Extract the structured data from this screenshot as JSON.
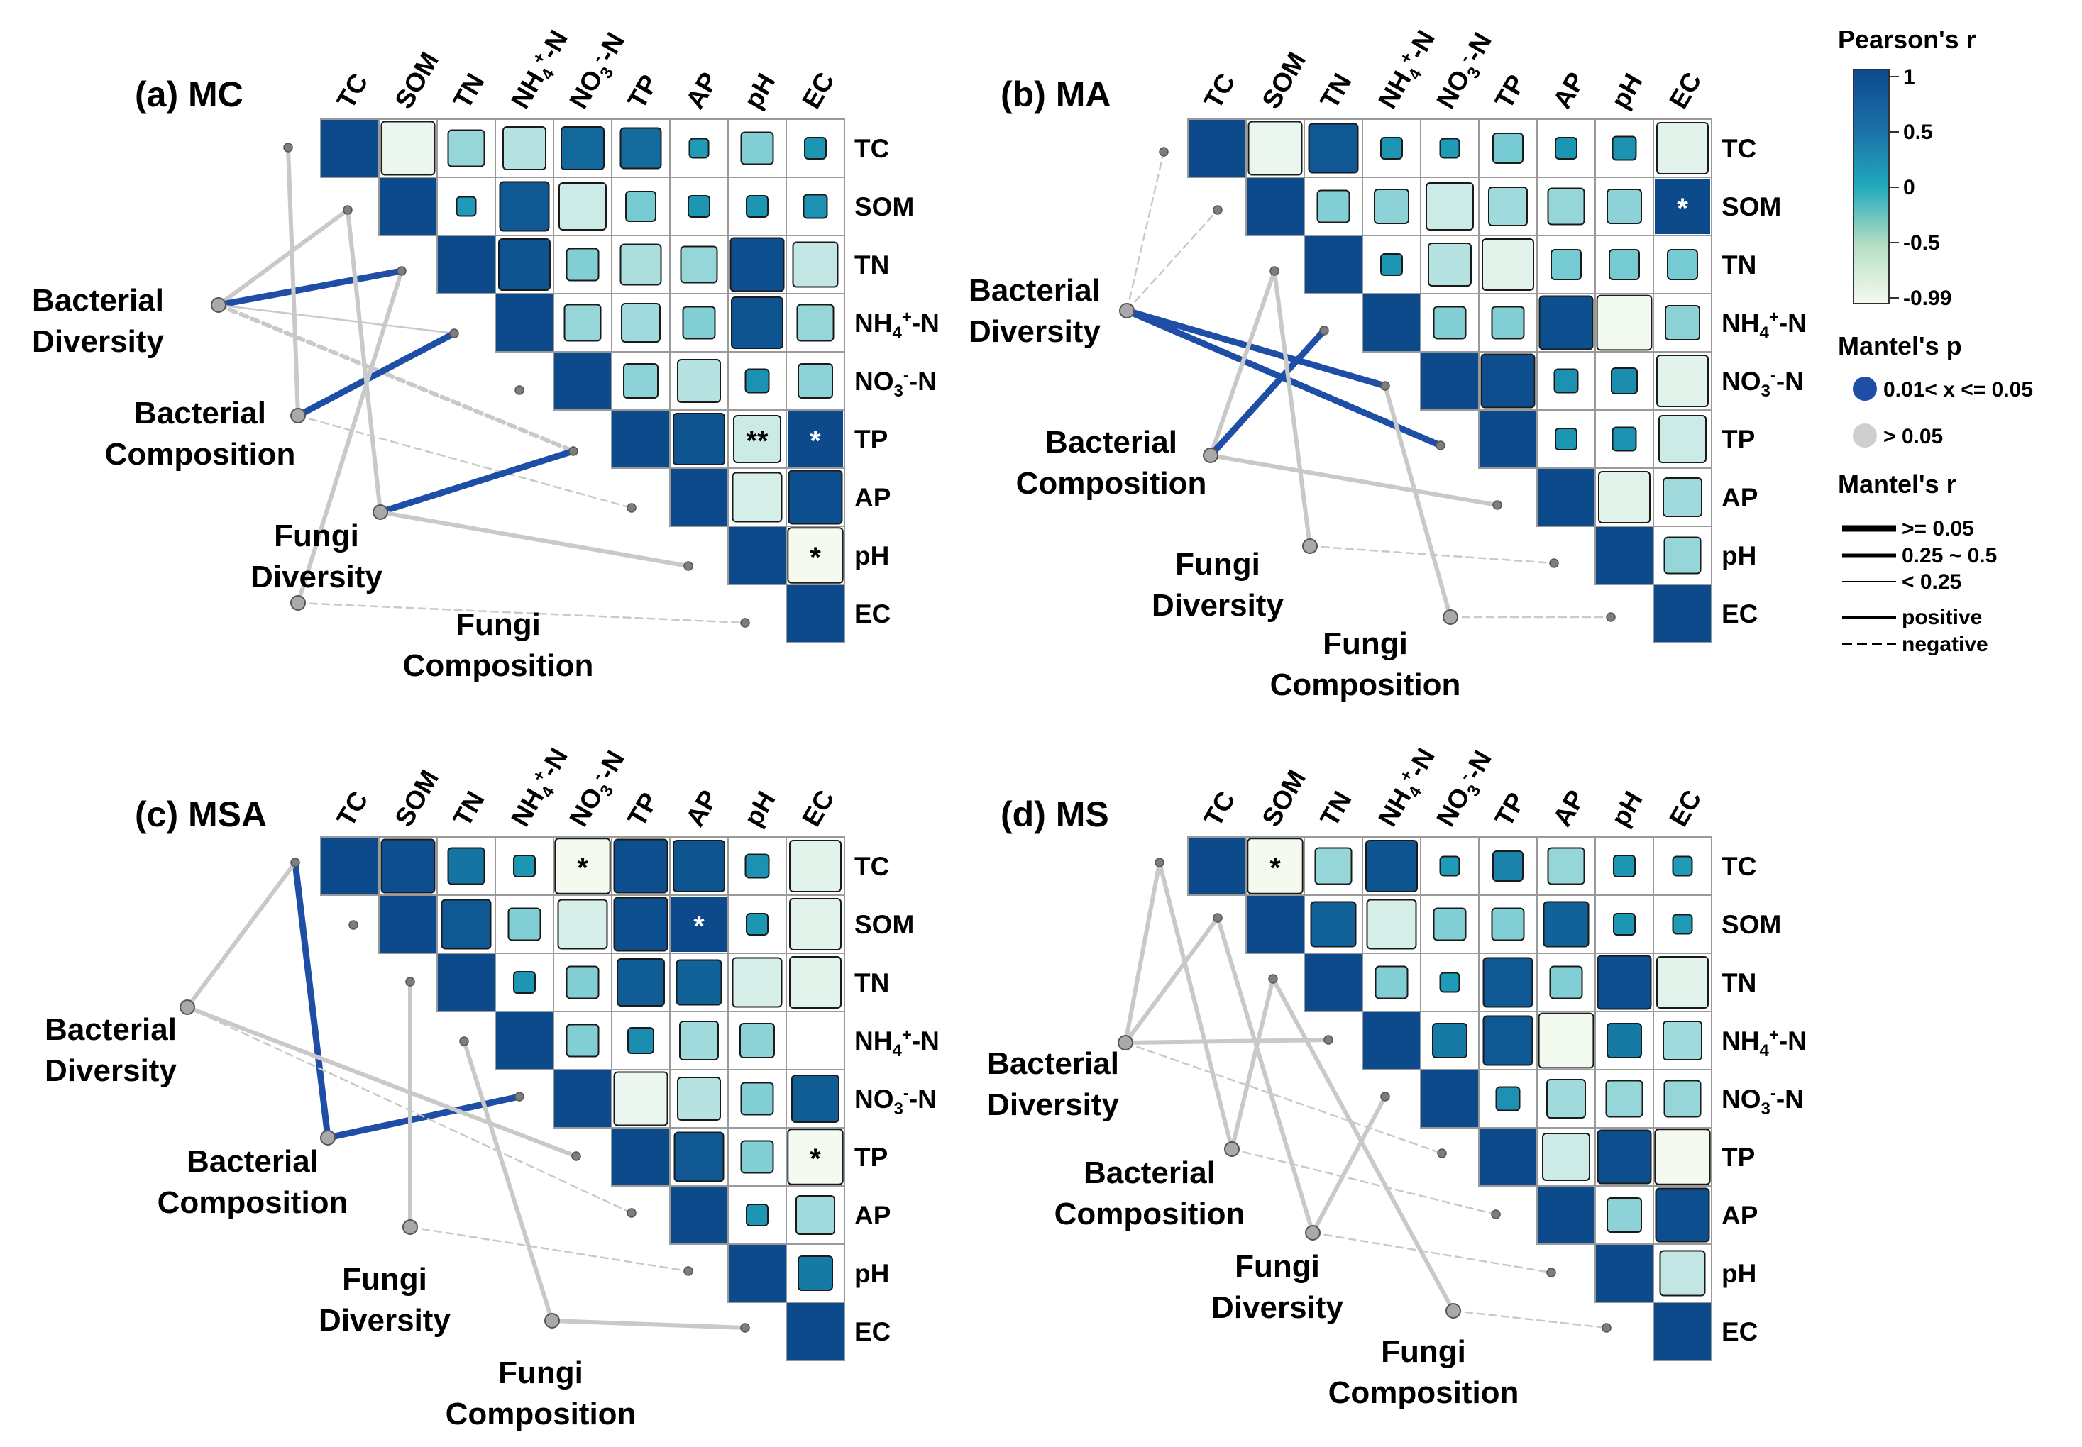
{
  "chart_data": {
    "type": "heatmap",
    "variables": [
      "TC",
      "SOM",
      "TN",
      "NH4+-N",
      "NO3--N",
      "TP",
      "AP",
      "pH",
      "EC"
    ],
    "node_labels": [
      [
        "Bacterial",
        "Diversity"
      ],
      [
        "Bacterial",
        "Composition"
      ],
      [
        "Fungi",
        "Diversity"
      ],
      [
        "Fungi",
        "Composition"
      ]
    ],
    "color_scale": {
      "low": "#f4faf0",
      "mid": "#21a9bd",
      "high": "#0c4a8c"
    },
    "legend": {
      "pearson_title": "Pearson's r",
      "pearson_ticks": [
        "1",
        "0.5",
        "0",
        "-0.5",
        "-0.99"
      ],
      "mantel_p_title": "Mantel's p",
      "mantel_p_items": [
        {
          "label": "0.01< x <= 0.05",
          "color": "#1f4ea6"
        },
        {
          "label": "> 0.05",
          "color": "#cfcfcf"
        }
      ],
      "mantel_r_title": "Mantel's r",
      "mantel_r_items": [
        ">= 0.05",
        "0.25 ~ 0.5",
        "< 0.25"
      ],
      "line_type_items": [
        "positive",
        "negative"
      ],
      "placement": "right"
    },
    "panels": [
      {
        "title": "(a) MC",
        "r": [
          [
            -0.95,
            -0.55,
            -0.7,
            0.7,
            0.65,
            0.15,
            -0.45,
            0.2
          ],
          [
            0.15,
            0.85,
            -0.8,
            -0.4,
            0.2,
            0.2,
            0.25
          ],
          [
            0.9,
            -0.45,
            -0.65,
            -0.55,
            0.95,
            -0.75
          ],
          [
            -0.55,
            -0.6,
            -0.45,
            0.9,
            -0.55
          ],
          [
            -0.5,
            -0.7,
            0.25,
            -0.5
          ],
          [
            0.9,
            -0.8,
            1.0
          ],
          [
            -0.85,
            0.95
          ],
          [
            -0.99
          ]
        ],
        "stars": [
          {
            "i": 5,
            "j": 7,
            "label": "**"
          },
          {
            "i": 5,
            "j": 8,
            "label": "*"
          },
          {
            "i": 7,
            "j": 8,
            "label": "*"
          }
        ],
        "links": [
          {
            "node": 0,
            "target": "SOM",
            "sig": false,
            "width": "medium",
            "positive": true
          },
          {
            "node": 0,
            "target": "TN",
            "sig": true,
            "width": "thick",
            "positive": true
          },
          {
            "node": 0,
            "target": "NH4+-N",
            "sig": false,
            "width": "thin",
            "positive": true
          },
          {
            "node": 0,
            "target": "TP",
            "sig": false,
            "width": "medium",
            "positive": false
          },
          {
            "node": 1,
            "target": "TC",
            "sig": false,
            "width": "medium",
            "positive": true
          },
          {
            "node": 1,
            "target": "NH4+-N",
            "sig": true,
            "width": "thick",
            "positive": true
          },
          {
            "node": 1,
            "target": "AP",
            "sig": false,
            "width": "thin",
            "positive": false
          },
          {
            "node": 2,
            "target": "SOM",
            "sig": false,
            "width": "medium",
            "positive": true
          },
          {
            "node": 2,
            "target": "TP",
            "sig": true,
            "width": "thick",
            "positive": true
          },
          {
            "node": 2,
            "target": "pH",
            "sig": false,
            "width": "medium",
            "positive": true
          },
          {
            "node": 3,
            "target": "TN",
            "sig": false,
            "width": "medium",
            "positive": true
          },
          {
            "node": 3,
            "target": "EC",
            "sig": false,
            "width": "thin",
            "positive": false
          }
        ]
      },
      {
        "title": "(b) MA",
        "r": [
          [
            -0.95,
            0.85,
            0.2,
            0.15,
            -0.4,
            0.2,
            0.25,
            -0.9
          ],
          [
            -0.45,
            -0.5,
            -0.8,
            -0.6,
            -0.55,
            -0.5,
            1.0
          ],
          [
            0.2,
            -0.7,
            -0.9,
            -0.4,
            -0.4,
            -0.4
          ],
          [
            -0.45,
            -0.45,
            0.95,
            -0.98,
            -0.5
          ],
          [
            0.95,
            0.25,
            0.3,
            -0.9
          ],
          [
            0.2,
            0.25,
            -0.8
          ],
          [
            -0.9,
            -0.6
          ],
          [
            -0.55
          ]
        ],
        "stars": [
          {
            "i": 1,
            "j": 8,
            "label": "*"
          }
        ],
        "links": [
          {
            "node": 0,
            "target": "TC",
            "sig": false,
            "width": "thin",
            "positive": false
          },
          {
            "node": 0,
            "target": "NO3--N",
            "sig": true,
            "width": "thick",
            "positive": true
          },
          {
            "node": 0,
            "target": "TP",
            "sig": true,
            "width": "thick",
            "positive": true
          },
          {
            "node": 0,
            "target": "SOM",
            "sig": false,
            "width": "thin",
            "positive": false
          },
          {
            "node": 1,
            "target": "TN",
            "sig": false,
            "width": "medium",
            "positive": true
          },
          {
            "node": 1,
            "target": "NH4+-N",
            "sig": true,
            "width": "thick",
            "positive": true
          },
          {
            "node": 1,
            "target": "AP",
            "sig": false,
            "width": "medium",
            "positive": true
          },
          {
            "node": 2,
            "target": "TN",
            "sig": false,
            "width": "medium",
            "positive": true
          },
          {
            "node": 2,
            "target": "pH",
            "sig": false,
            "width": "thin",
            "positive": false
          },
          {
            "node": 3,
            "target": "NO3--N",
            "sig": false,
            "width": "medium",
            "positive": true
          },
          {
            "node": 3,
            "target": "EC",
            "sig": false,
            "width": "thin",
            "positive": false
          }
        ]
      },
      {
        "title": "(c) MSA",
        "r": [
          [
            0.95,
            0.55,
            0.2,
            -0.99,
            0.95,
            0.9,
            0.25,
            -0.9
          ],
          [
            0.85,
            -0.45,
            -0.85,
            0.95,
            1.0,
            0.2,
            -0.9
          ],
          [
            0.2,
            -0.45,
            0.8,
            0.75,
            -0.85,
            -0.9
          ],
          [
            -0.45,
            0.3,
            -0.6,
            -0.5
          ],
          [
            -0.95,
            -0.7,
            -0.45,
            0.8
          ],
          [
            0.85,
            -0.45,
            -0.99
          ],
          [
            0.2,
            -0.6
          ],
          [
            0.5
          ]
        ],
        "stars": [
          {
            "i": 0,
            "j": 4,
            "label": "*"
          },
          {
            "i": 1,
            "j": 6,
            "label": "*"
          },
          {
            "i": 5,
            "j": 8,
            "label": "*"
          }
        ],
        "links": [
          {
            "node": 1,
            "target": "TC",
            "sig": true,
            "width": "thick",
            "positive": true
          },
          {
            "node": 1,
            "target": "NO3--N",
            "sig": true,
            "width": "thick",
            "positive": true
          },
          {
            "node": 0,
            "target": "TC",
            "sig": false,
            "width": "medium",
            "positive": true
          },
          {
            "node": 0,
            "target": "TP",
            "sig": false,
            "width": "medium",
            "positive": true
          },
          {
            "node": 0,
            "target": "AP",
            "sig": false,
            "width": "thin",
            "positive": false
          },
          {
            "node": 2,
            "target": "TN",
            "sig": false,
            "width": "medium",
            "positive": true
          },
          {
            "node": 2,
            "target": "pH",
            "sig": false,
            "width": "thin",
            "positive": false
          },
          {
            "node": 3,
            "target": "NH4+-N",
            "sig": false,
            "width": "medium",
            "positive": true
          },
          {
            "node": 3,
            "target": "EC",
            "sig": false,
            "width": "medium",
            "positive": true
          }
        ]
      },
      {
        "title": "(d) MS",
        "r": [
          [
            -0.99,
            -0.55,
            0.9,
            0.15,
            0.4,
            -0.55,
            0.2,
            0.15
          ],
          [
            0.75,
            -0.85,
            -0.45,
            -0.45,
            0.75,
            0.2,
            0.15
          ],
          [
            -0.45,
            0.15,
            0.85,
            -0.45,
            0.95,
            -0.9
          ],
          [
            0.5,
            0.85,
            -0.98,
            0.5,
            -0.6
          ],
          [
            0.25,
            -0.6,
            -0.55,
            -0.55
          ],
          [
            -0.8,
            0.95,
            -0.99
          ],
          [
            -0.5,
            0.95
          ],
          [
            -0.75
          ]
        ],
        "stars": [
          {
            "i": 0,
            "j": 1,
            "label": "*"
          }
        ],
        "links": [
          {
            "node": 0,
            "target": "TC",
            "sig": false,
            "width": "medium",
            "positive": true
          },
          {
            "node": 0,
            "target": "SOM",
            "sig": false,
            "width": "medium",
            "positive": true
          },
          {
            "node": 0,
            "target": "NH4+-N",
            "sig": false,
            "width": "medium",
            "positive": true
          },
          {
            "node": 0,
            "target": "TP",
            "sig": false,
            "width": "thin",
            "positive": false
          },
          {
            "node": 1,
            "target": "TC",
            "sig": false,
            "width": "medium",
            "positive": true
          },
          {
            "node": 1,
            "target": "TN",
            "sig": false,
            "width": "medium",
            "positive": true
          },
          {
            "node": 1,
            "target": "AP",
            "sig": false,
            "width": "thin",
            "positive": false
          },
          {
            "node": 2,
            "target": "SOM",
            "sig": false,
            "width": "medium",
            "positive": true
          },
          {
            "node": 2,
            "target": "NO3--N",
            "sig": false,
            "width": "medium",
            "positive": true
          },
          {
            "node": 2,
            "target": "pH",
            "sig": false,
            "width": "thin",
            "positive": false
          },
          {
            "node": 3,
            "target": "TN",
            "sig": false,
            "width": "medium",
            "positive": true
          },
          {
            "node": 3,
            "target": "EC",
            "sig": false,
            "width": "thin",
            "positive": false
          }
        ]
      }
    ]
  }
}
